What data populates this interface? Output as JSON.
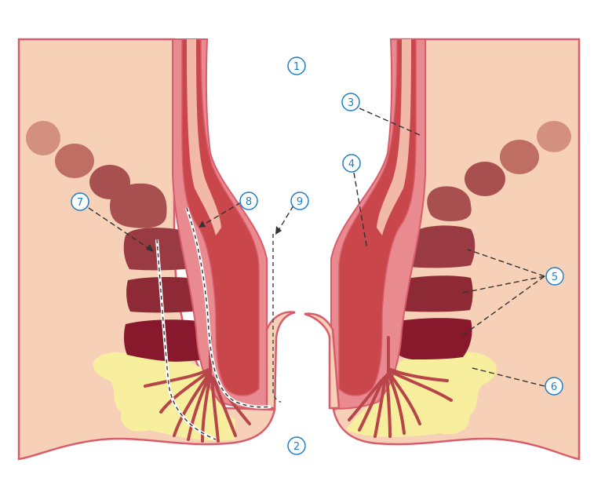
{
  "colors": {
    "skin": "#f6d0b7",
    "skin_edge": "#d95c6b",
    "wall_outer": "#e88a8f",
    "mucosa": "#c9474b",
    "mucosa_dark": "#a8353e",
    "lining": "#f2b8a8",
    "fat": "#f8ef9e",
    "vessel": "#b8454a",
    "coccyx_1": "#d4907f",
    "coccyx_2": "#be6e63",
    "coccyx_3": "#a85050",
    "muscle_1": "#9a3a42",
    "muscle_2": "#8e2a36",
    "muscle_3": "#88192c",
    "callout": "#1e7fc7",
    "leader": "#333333"
  },
  "labels": [
    {
      "id": "1",
      "text": "1"
    },
    {
      "id": "2",
      "text": "2"
    },
    {
      "id": "3",
      "text": "3"
    },
    {
      "id": "4",
      "text": "4"
    },
    {
      "id": "5",
      "text": "5"
    },
    {
      "id": "6",
      "text": "6"
    },
    {
      "id": "7",
      "text": "7"
    },
    {
      "id": "8",
      "text": "8"
    },
    {
      "id": "9",
      "text": "9"
    }
  ]
}
